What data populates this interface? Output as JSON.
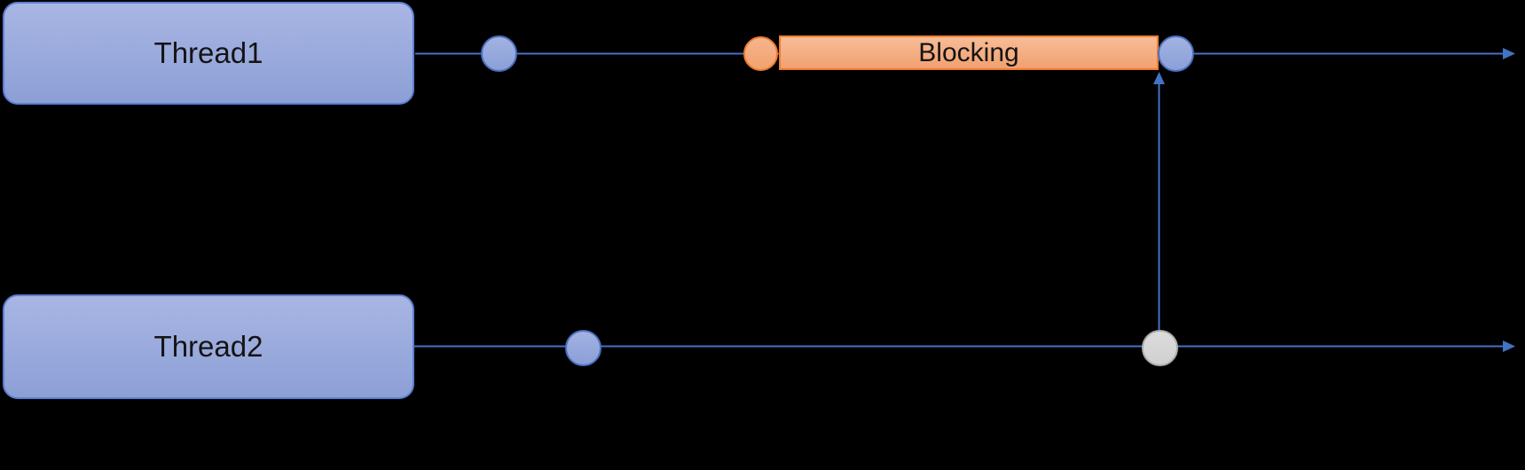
{
  "diagram": {
    "title_hint": "thread blocking timeline diagram",
    "threads": [
      {
        "label": "Thread1"
      },
      {
        "label": "Thread2"
      }
    ],
    "blocking_label": "Blocking",
    "colors": {
      "background": "#000000",
      "timeline_blue": "#4472C4",
      "thread_box_fill_top": "#A9B6E4",
      "thread_box_fill_bottom": "#8C9FD6",
      "thread_box_border": "#5B7FD1",
      "node_blue_fill": "#93A7DC",
      "node_blue_border": "#4C6FBF",
      "node_orange_fill": "#F5AC84",
      "node_orange_border": "#ED7D31",
      "blocking_fill": "#F4B183",
      "blocking_border": "#ED7D31",
      "node_gray_fill": "#D6D6D6",
      "node_gray_border": "#ADADAD",
      "label_text": "#141414"
    }
  }
}
